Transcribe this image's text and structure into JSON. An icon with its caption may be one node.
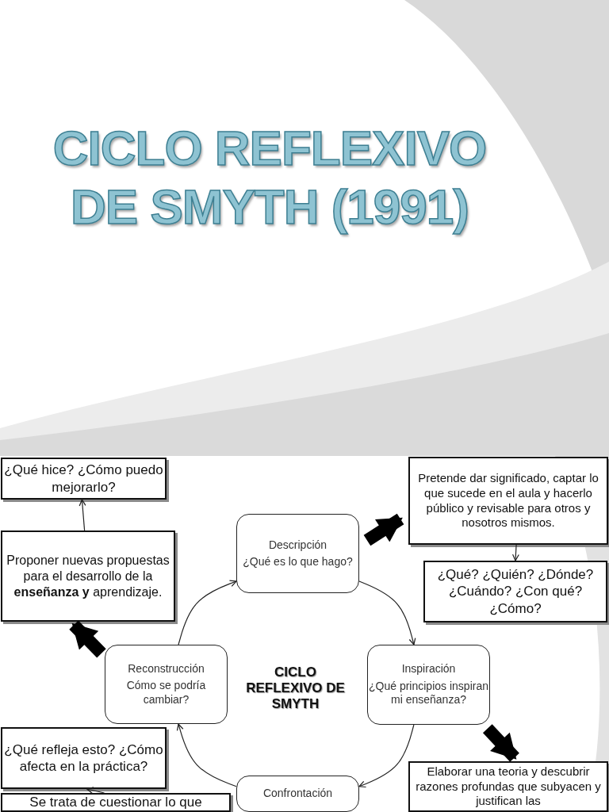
{
  "diagram": {
    "title": "CICLO REFLEXIVO DE SMYTH (1991)",
    "nodes": [
      {
        "text": [
          "¿Qué hice? ¿Cómo puedo mejorarlo?"
        ]
      },
      {
        "text": [
          "Proponer nuevas propuestas para el desarrollo de la **enseñanza y** aprendizaje."
        ]
      },
      {
        "text": [
          "Descripción",
          "¿Qué es lo que hago?"
        ]
      },
      {
        "text": [
          "Pretende dar significado, captar lo que sucede en el aula y hacerlo público y revisable para otros y nosotros mismos."
        ]
      },
      {
        "text": [
          "¿Qué? ¿Quién? ¿Dónde? ¿Cuándo? ¿Con qué? ¿Cómo?"
        ]
      },
      {
        "text": [
          "Reconstrucción",
          "Cómo se podría cambiar?"
        ]
      },
      {
        "text": [
          "Inspiración",
          "¿Qué principios inspiran mi enseñanza?"
        ]
      },
      {
        "text": [
          "¿Qué refleja esto? ¿Cómo afecta en la práctica?"
        ]
      },
      {
        "text": [
          "Elaborar una teoria y descubrir razones profundas que subyacen y justifican las"
        ]
      },
      {
        "text": [
          "Se trata de cuestionar lo que"
        ]
      },
      {
        "text": [
          "Confrontación"
        ]
      }
    ],
    "edges": [
      {
        "from": 1,
        "to": 0,
        "arrow": "to"
      },
      {
        "from": 2,
        "to": 3,
        "arrow": "to",
        "style": "thick"
      },
      {
        "from": 3,
        "to": 4,
        "arrow": "to"
      },
      {
        "from": 2,
        "to": 6,
        "arrow": "to"
      },
      {
        "from": 6,
        "to": 8,
        "arrow": "to",
        "style": "thick"
      },
      {
        "from": 6,
        "to": 10,
        "arrow": "to"
      },
      {
        "from": 10,
        "to": 5,
        "arrow": "to"
      },
      {
        "from": 5,
        "to": 2,
        "arrow": "to"
      },
      {
        "from": 5,
        "to": 1,
        "arrow": "to",
        "style": "thick"
      },
      {
        "from": 9,
        "to": 7,
        "arrow": "to"
      }
    ],
    "labels": [
      "CICLO REFLEXIVO DE SMYTH"
    ]
  }
}
